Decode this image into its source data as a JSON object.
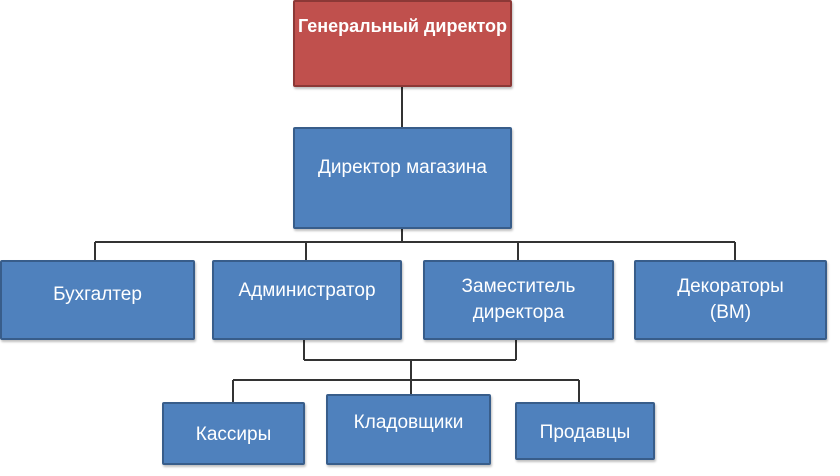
{
  "diagram": {
    "ceo": "Генеральный директор",
    "store_director": "Директор магазина",
    "level2": [
      "Бухгалтер",
      "Администратор",
      "Заместитель директора",
      "Декораторы (ВМ)"
    ],
    "level3": [
      "Кассиры",
      "Кладовщики",
      "Продавцы"
    ]
  },
  "colors": {
    "ceo": "#c0504d",
    "node": "#4f81bd",
    "line": "#333333"
  }
}
